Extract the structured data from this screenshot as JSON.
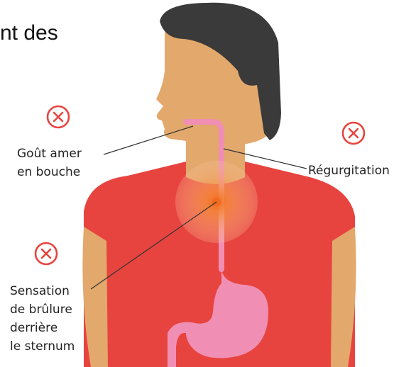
{
  "header": {
    "text_fragment": "nt des"
  },
  "labels": {
    "taste": {
      "line1": "Goût amer",
      "line2": "en bouche"
    },
    "regurgitation": {
      "text": "Régurgitation"
    },
    "burning": {
      "line1": "Sensation",
      "line2": "de brûlure",
      "line3": "derrière",
      "line4": "le sternum"
    }
  },
  "icons": {
    "symptom_marker": "close-circle-icon"
  },
  "colors": {
    "skin": "#E2A86C",
    "hair": "#3A3A3A",
    "shirt": "#E8443F",
    "organ": "#F08FB3",
    "burn_center": "#F48A2B",
    "icon": "#E8443F"
  }
}
